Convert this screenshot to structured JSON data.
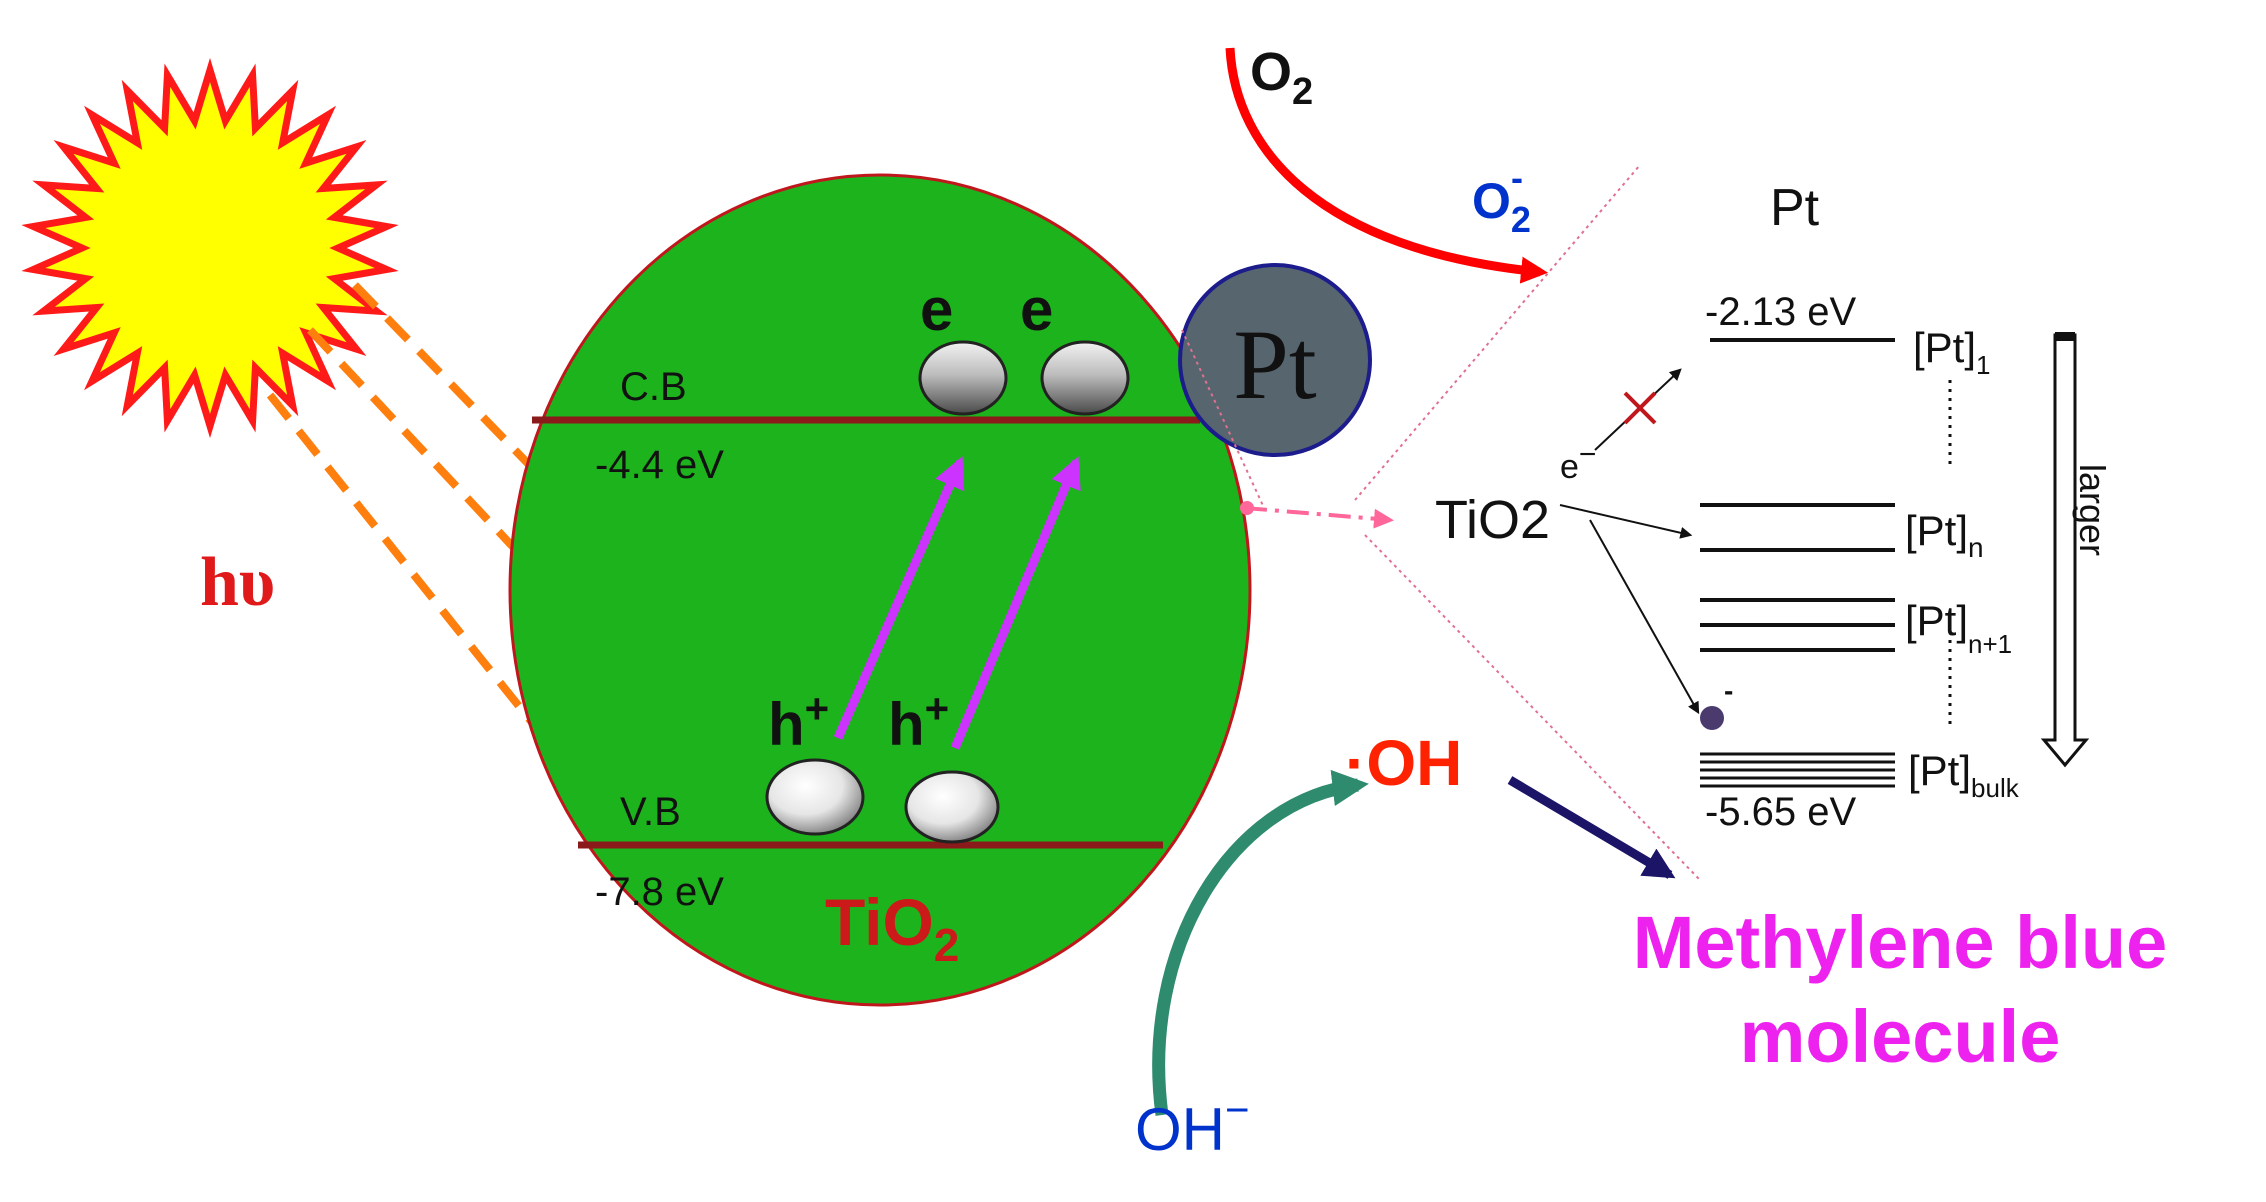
{
  "colors": {
    "tio2_fill": "#1db31d",
    "outline": "#c0171d",
    "pt_fill": "#57656e",
    "pt_outline": "#1c1c8c",
    "sun_fill": "#ffff00",
    "sun_outline": "#ff1a1a",
    "photon_arrow": "#ff7f0e",
    "excitation_arrow": "#cc33ff",
    "o2_arrow": "#ff0000",
    "oh_arrow": "#2e8b6e",
    "mb_arrow": "#1c1466",
    "transfer_arrow": "#ff6699",
    "oh_radical": "#ff2200",
    "blue_text": "#0033cc",
    "magenta_text": "#ee22ee"
  },
  "light": {
    "label": "hυ"
  },
  "tio2": {
    "cb_label": "C.B",
    "cb_energy": "-4.4 eV",
    "vb_label": "V.B",
    "vb_energy": "-7.8 eV",
    "name": "TiO",
    "name_sub": "2",
    "electron_label": "e",
    "hole_label": "h",
    "hole_sup": "+"
  },
  "pt_particle": {
    "label": "Pt"
  },
  "oxygen": {
    "o2": "O",
    "o2_sub": "2",
    "superoxide": "O",
    "superoxide_sub": "2",
    "superoxide_sup": "-"
  },
  "hydroxyl": {
    "radical": "·OH",
    "ion": "OH",
    "ion_sup": "−"
  },
  "target": {
    "line1": "Methylene blue",
    "line2": "molecule"
  },
  "energy_diagram": {
    "title": "Pt",
    "source": "TiO2",
    "electron": "e",
    "electron_sup": "−",
    "trapped_electron_sup": "-",
    "top_energy": "-2.13 eV",
    "bottom_energy": "-5.65 eV",
    "size_arrow_label": "larger",
    "dots": "......",
    "levels": [
      {
        "base": "[Pt]",
        "sub": "1"
      },
      {
        "base": "[Pt]",
        "sub": "n"
      },
      {
        "base": "[Pt]",
        "sub": "n+1"
      },
      {
        "base": "[Pt]",
        "sub": "bulk"
      }
    ]
  }
}
